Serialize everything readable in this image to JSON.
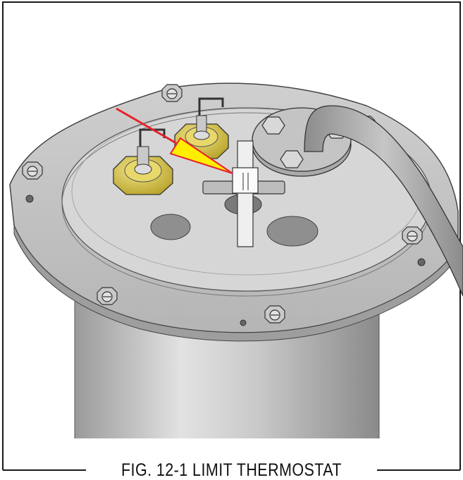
{
  "figure": {
    "caption": "FIG. 12-1 LIMIT THERMOSTAT",
    "colors": {
      "arrow_red": "#e8202a",
      "arrow_yellow": "#ffee00",
      "brass": "#d9c64a",
      "steel": "#b8b8b8",
      "frame": "#1a1a1a"
    },
    "icons": [
      "limit-thermostat-pointer-arrow",
      "terminal-nut",
      "mounting-screw",
      "power-cord"
    ]
  }
}
